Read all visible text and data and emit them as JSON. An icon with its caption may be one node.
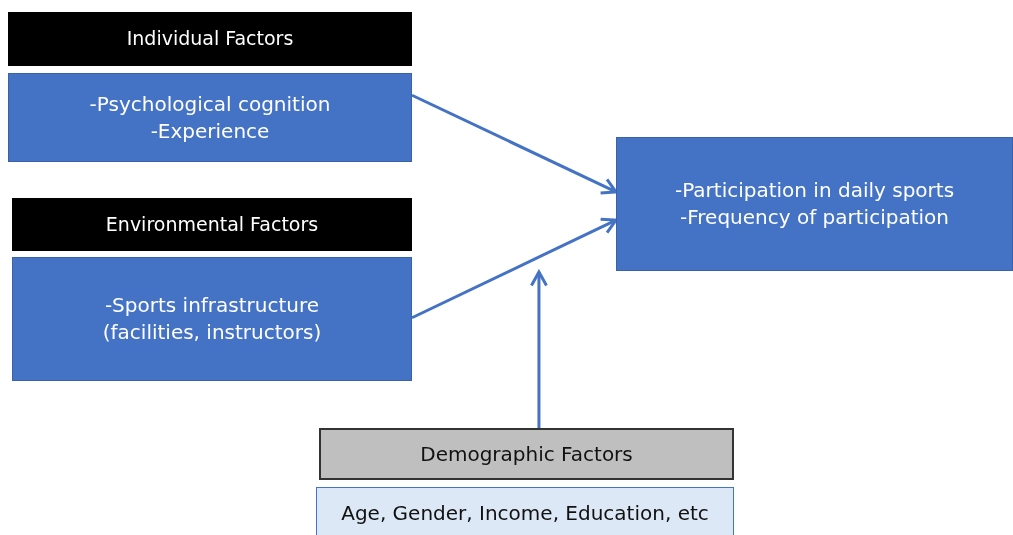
{
  "diagram": {
    "nodes": [
      {
        "text": [
          "Individual Factors"
        ]
      },
      {
        "text": [
          "-Psychological cognition",
          "-Experience"
        ]
      },
      {
        "text": [
          "Environmental Factors"
        ]
      },
      {
        "text": [
          "-Sports infrastructure (facilities, instructors)"
        ]
      },
      {
        "text": [
          "-Participation in daily sports",
          "-Frequency of participation"
        ]
      },
      {
        "text": [
          "Demographic Factors"
        ]
      },
      {
        "text": [
          "Age, Gender, Income, Education, etc"
        ]
      }
    ],
    "edges": [
      {
        "from": 1,
        "to": 4,
        "arrow": "to"
      },
      {
        "from": 3,
        "to": 4,
        "arrow": "to"
      },
      {
        "from": 5,
        "to": null,
        "arrow": "to"
      }
    ]
  }
}
